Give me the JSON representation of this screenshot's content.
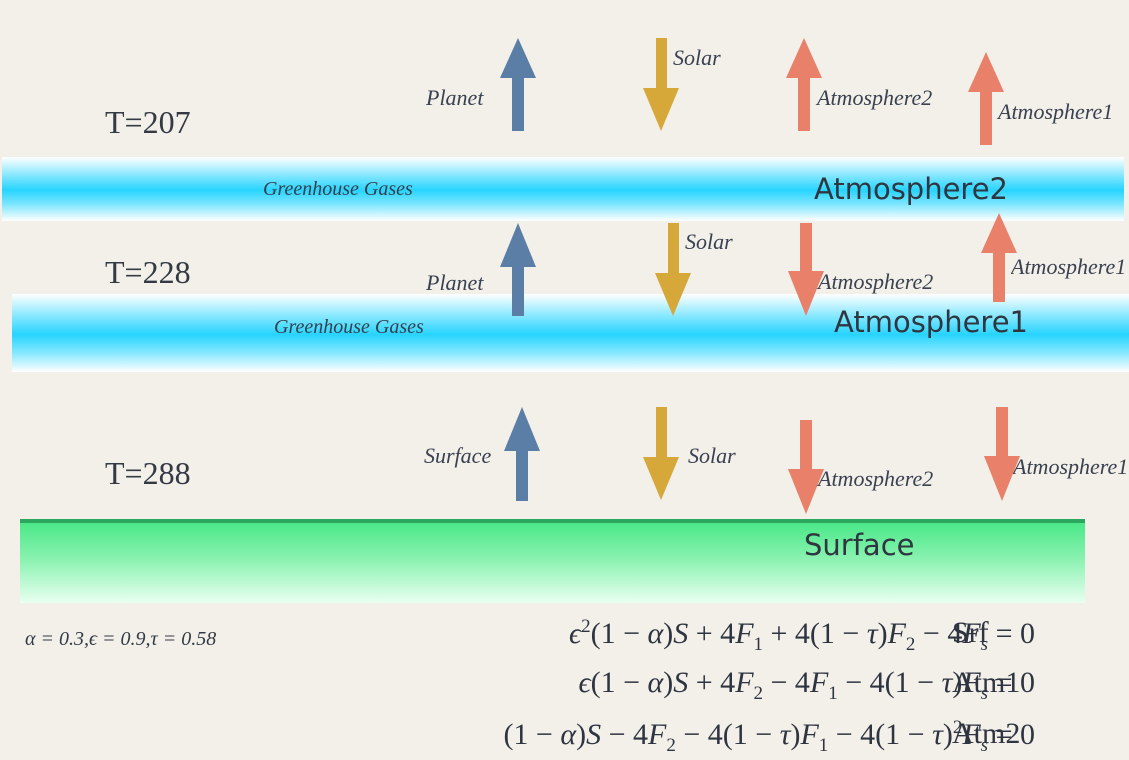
{
  "layers": {
    "atmosphere2": {
      "name": "Atmosphere2",
      "gas_label": "Greenhouse Gases",
      "temperature": "T=207"
    },
    "atmosphere1": {
      "name": "Atmosphere1",
      "gas_label": "Greenhouse Gases",
      "temperature": "T=228"
    },
    "surface": {
      "name": "Surface",
      "temperature": "T=288"
    }
  },
  "fluxes": {
    "top": {
      "planet": "Planet",
      "solar": "Solar",
      "atm2": "Atmosphere2",
      "atm1": "Atmosphere1"
    },
    "middle": {
      "planet": "Planet",
      "solar": "Solar",
      "atm2": "Atmosphere2",
      "atm1": "Atmosphere1"
    },
    "bottom": {
      "surface": "Surface",
      "solar": "Solar",
      "atm2": "Atmosphere2",
      "atm1": "Atmosphere1"
    }
  },
  "colors": {
    "planet_arrow": "#5a7ea6",
    "solar_arrow": "#d6a83a",
    "atmosphere_arrow": "#e8806a",
    "atmosphere_band": "#27d4ff",
    "surface_band": "#4be888"
  },
  "parameters": "α = 0.3,ϵ = 0.9,τ = 0.58",
  "equations": [
    {
      "label": "Srf"
    },
    {
      "label": "Atm1"
    },
    {
      "label": "Atm2"
    }
  ]
}
